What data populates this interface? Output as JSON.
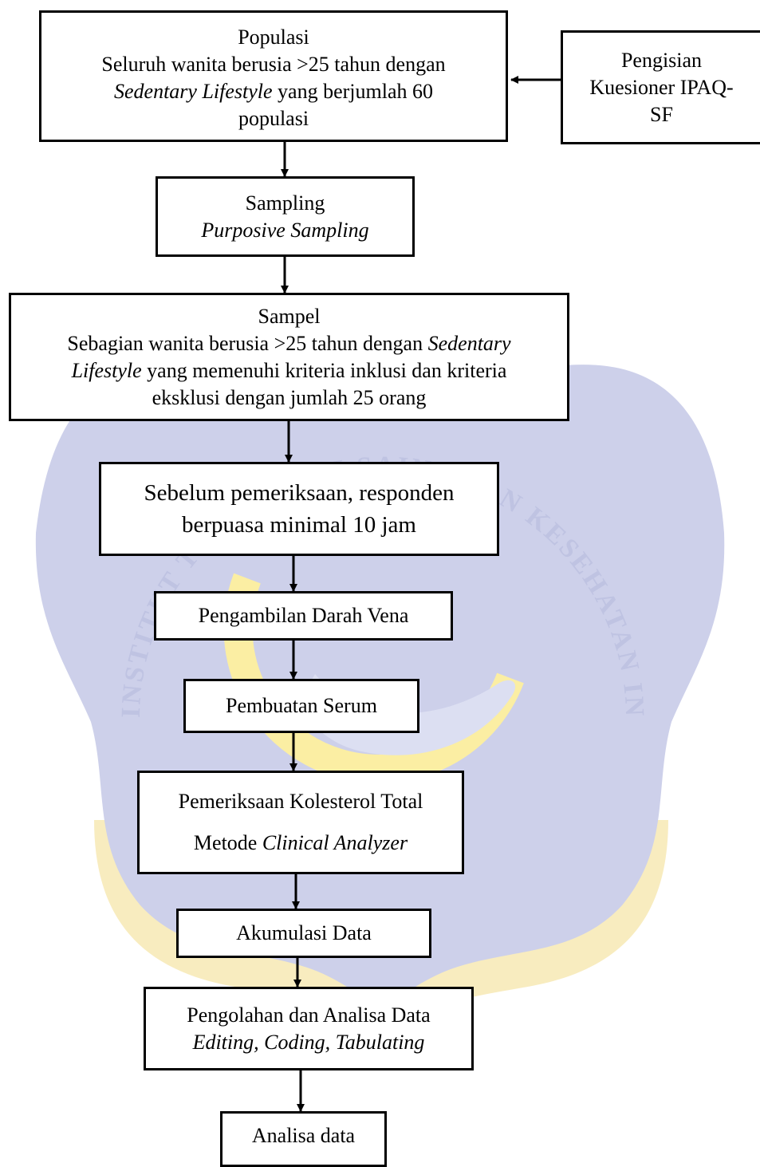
{
  "watermark": {
    "ring_text": "INSTITUT TEKNOLOGI SAINS DAN KESEHATAN INSAN CENDEKIA MEDIKA JOMBANG",
    "colors": {
      "seal": "#cdd0ea",
      "ring": "#fbeea3",
      "shadow": "#e6c96a"
    }
  },
  "boxes": {
    "populasi": {
      "title": "Populasi",
      "line2": "Seluruh wanita berusia >25 tahun dengan",
      "line3_italic": "Sedentary Lifestyle",
      "line3_rest": " yang berjumlah 60",
      "line4": "populasi"
    },
    "kuesioner": {
      "line1": "Pengisian",
      "line2": "Kuesioner IPAQ-",
      "line3": "SF"
    },
    "sampling": {
      "title": "Sampling",
      "method": "Purposive Sampling"
    },
    "sampel": {
      "title": "Sampel",
      "line2_plain": "Sebagian  wanita berusia >25 tahun dengan ",
      "line2_italic": "Sedentary",
      "line3_italic": "Lifestyle",
      "line3_rest": "  yang memenuhi kriteria inklusi dan kriteria",
      "line4": "eksklusi dengan jumlah 25 orang"
    },
    "puasa": {
      "line1": "Sebelum pemeriksaan, responden",
      "line2": "berpuasa minimal 10 jam"
    },
    "darah": {
      "label": "Pengambilan Darah Vena"
    },
    "serum": {
      "label": "Pembuatan Serum"
    },
    "kolesterol": {
      "line1": "Pemeriksaan Kolesterol Total",
      "line2_plain": "Metode ",
      "line2_italic": "Clinical Analyzer"
    },
    "akumulasi": {
      "label": "Akumulasi Data"
    },
    "pengolahan": {
      "line1": "Pengolahan dan Analisa Data",
      "line2_italic": "Editing, Coding, Tabulating"
    },
    "analisa": {
      "label": "Analisa data"
    }
  }
}
